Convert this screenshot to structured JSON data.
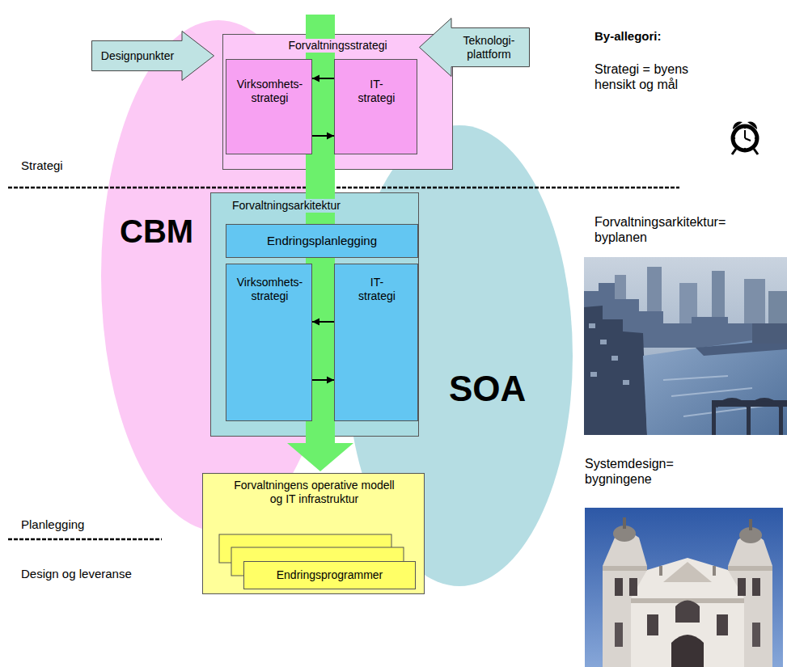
{
  "diagram": {
    "nodes": [
      {
        "text": [
          "Designpunkter"
        ]
      },
      {
        "text": [
          "Forvaltningsstrategi"
        ]
      },
      {
        "text": [
          "Virksomhets- strategi"
        ],
        "in": 1
      },
      {
        "text": [
          "IT- strategi"
        ],
        "in": 1
      },
      {
        "text": [
          "Teknologi- plattform"
        ]
      },
      {
        "text": [
          "CBM"
        ]
      },
      {
        "text": [
          "Forvaltningsarkitektur"
        ]
      },
      {
        "text": [
          "Endringsplanlegging"
        ],
        "in": 6
      },
      {
        "text": [
          "Virksomhets- strategi"
        ],
        "in": 6
      },
      {
        "text": [
          "IT- strategi"
        ],
        "in": 6
      },
      {
        "text": [
          "SOA"
        ]
      },
      {
        "text": [
          "Forvaltningens operative modell og IT infrastruktur"
        ]
      },
      {
        "text": [
          "Endringsprogrammer"
        ],
        "in": 11
      }
    ],
    "edges": [
      {
        "from": 3,
        "to": 2,
        "arrow": "to"
      },
      {
        "from": 2,
        "to": 3,
        "arrow": "to"
      },
      {
        "from": 9,
        "to": 8,
        "arrow": "to"
      },
      {
        "from": 8,
        "to": 9,
        "arrow": "to"
      }
    ],
    "labels": [
      "Strategi",
      "Planlegging",
      "Design og leveranse",
      "By-allegori:",
      "Strategi = byens hensikt og mål",
      "Forvaltningsarkitektur= byplanen",
      "Systemdesign= bygningene"
    ]
  }
}
